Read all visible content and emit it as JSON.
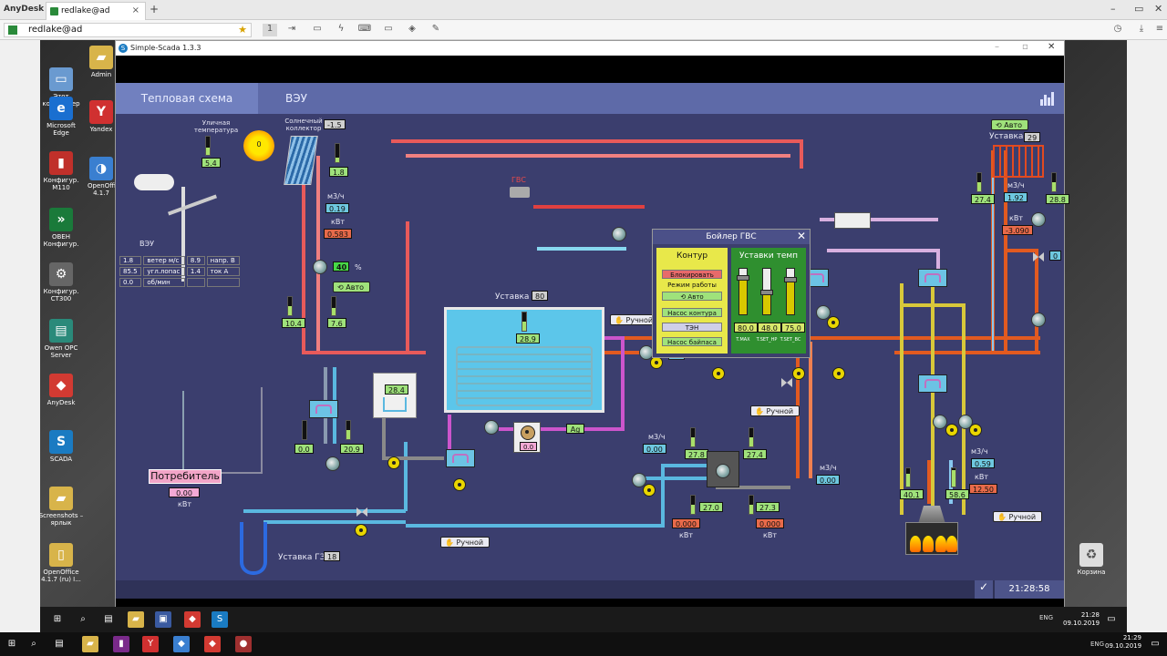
{
  "anydesk": {
    "brand": "AnyDesk",
    "tab_title": "redlake@ad",
    "tab_close": "×",
    "new_tab": "+",
    "address": "redlake@ad",
    "win_min": "–",
    "win_max": "▭",
    "win_close": "✕"
  },
  "desktop": {
    "icons": [
      {
        "label": "Этот компьютер",
        "glyph": "▭",
        "color": "#6a9ad0"
      },
      {
        "label": "Microsoft Edge",
        "glyph": "e",
        "color": "#1a6fd0"
      },
      {
        "label": "Конфигур. M110",
        "glyph": "▮",
        "color": "#c0302a"
      },
      {
        "label": "OBEH Конфигур.",
        "glyph": "»",
        "color": "#1a7a3a"
      },
      {
        "label": "Конфигур. CT300",
        "glyph": "⚙",
        "color": "#666"
      },
      {
        "label": "Owen OPC Server",
        "glyph": "▤",
        "color": "#2a8a7a"
      },
      {
        "label": "AnyDesk",
        "glyph": "◆",
        "color": "#d23a32"
      },
      {
        "label": "SCADA",
        "glyph": "S",
        "color": "#1a7bc2"
      },
      {
        "label": "Screenshots – ярлык",
        "glyph": "▰",
        "color": "#d8b44a"
      },
      {
        "label": "OpenOffice 4.1.7 (ru) I...",
        "glyph": "▯",
        "color": "#d8b44a"
      }
    ],
    "icons2": [
      {
        "label": "Admin",
        "glyph": "▰",
        "color": "#d8b44a"
      },
      {
        "label": "Yandex",
        "glyph": "Y",
        "color": "#d03030"
      },
      {
        "label": "OpenOffi 4.1.7",
        "glyph": "◑",
        "color": "#3a7fd0"
      }
    ],
    "recycle_label": "Корзина"
  },
  "scada": {
    "window_title": "Simple-Scada 1.3.3",
    "tabs": [
      "Тепловая схема",
      "ВЭУ"
    ],
    "clock": "21:28:58",
    "check": "✓",
    "outdoor_label": "Уличная температура",
    "outdoor_value": "5.4",
    "sun_value": "0",
    "solar_label": "Солнечный коллектор",
    "solar_setpoint": "-1.5",
    "solar_temp": "1.8",
    "flow_unit": "м3/ч",
    "power_unit": "кВт",
    "flow_solar": "0.19",
    "power_solar": "0.583",
    "pump_pct": "40",
    "pct": "%",
    "auto": "Авто",
    "manual": "Ручной",
    "t_10_4": "10.4",
    "t_7_6": "7.6",
    "tank_setpoint_label": "Уставка",
    "tank_setpoint": "80",
    "tank_temp": "28.9",
    "veu_label": "ВЭУ",
    "veu_table": [
      [
        "1.8",
        "ветер м/с",
        "8.9",
        "напр. В"
      ],
      [
        "85.5",
        "угл.лопас",
        "1.4",
        "ток А"
      ],
      [
        "0.0",
        "об/мин",
        "",
        ""
      ]
    ],
    "consumer_label": "Потребитель",
    "consumer_value": "0.00",
    "kw": "кВт",
    "hx_temp": "28.4",
    "t_0_0": "0.0",
    "t_20_9": "20.9",
    "ag": "Ag",
    "small_val": "0.0",
    "setpoint_g3_label": "Уставка ГЗ",
    "setpoint_g3": "18",
    "gvs": "ГВС",
    "flow_000a": "0.00",
    "t_27_8": "27.8",
    "t_27_4": "27.4",
    "t_27_0": "27.0",
    "t_27_3": "27.3",
    "kw_000a": "0.000",
    "kw_000b": "0.000",
    "flow_000b": "0.00",
    "setpoint_right_label": "Уставка",
    "setpoint_right": "29",
    "t_27_4r": "27.4",
    "t_28_8": "28.8",
    "flow_1_92": "1.92",
    "kw_neg": "-3.090",
    "valve_val": "0",
    "flow_0_59": "0.59",
    "kw_12_50": "12.50",
    "t_40_1": "40.1",
    "t_58_6": "58.6",
    "boiler": {
      "title": "Бойлер ГВС",
      "close": "✕",
      "left_header": "Контур",
      "right_header": "Уставки темп",
      "block": "Блокировать",
      "mode": "Режим работы",
      "auto": "Авто",
      "pump_contour": "Насос контура",
      "ten": "ТЭН",
      "pump_bypass": "Насос байпаса",
      "sliders": [
        {
          "value": "80.0",
          "level": 0.8,
          "caption": "T.MAX"
        },
        {
          "value": "48.0",
          "level": 0.48,
          "caption": "T.SET_HP"
        },
        {
          "value": "75.0",
          "level": 0.75,
          "caption": "T.SET_BC"
        }
      ]
    }
  },
  "taskbar": {
    "time1": "21:28",
    "date1": "09.10.2019",
    "lang1": "ENG",
    "time2": "21:29",
    "date2": "09.10.2019",
    "lang2": "ENG"
  }
}
